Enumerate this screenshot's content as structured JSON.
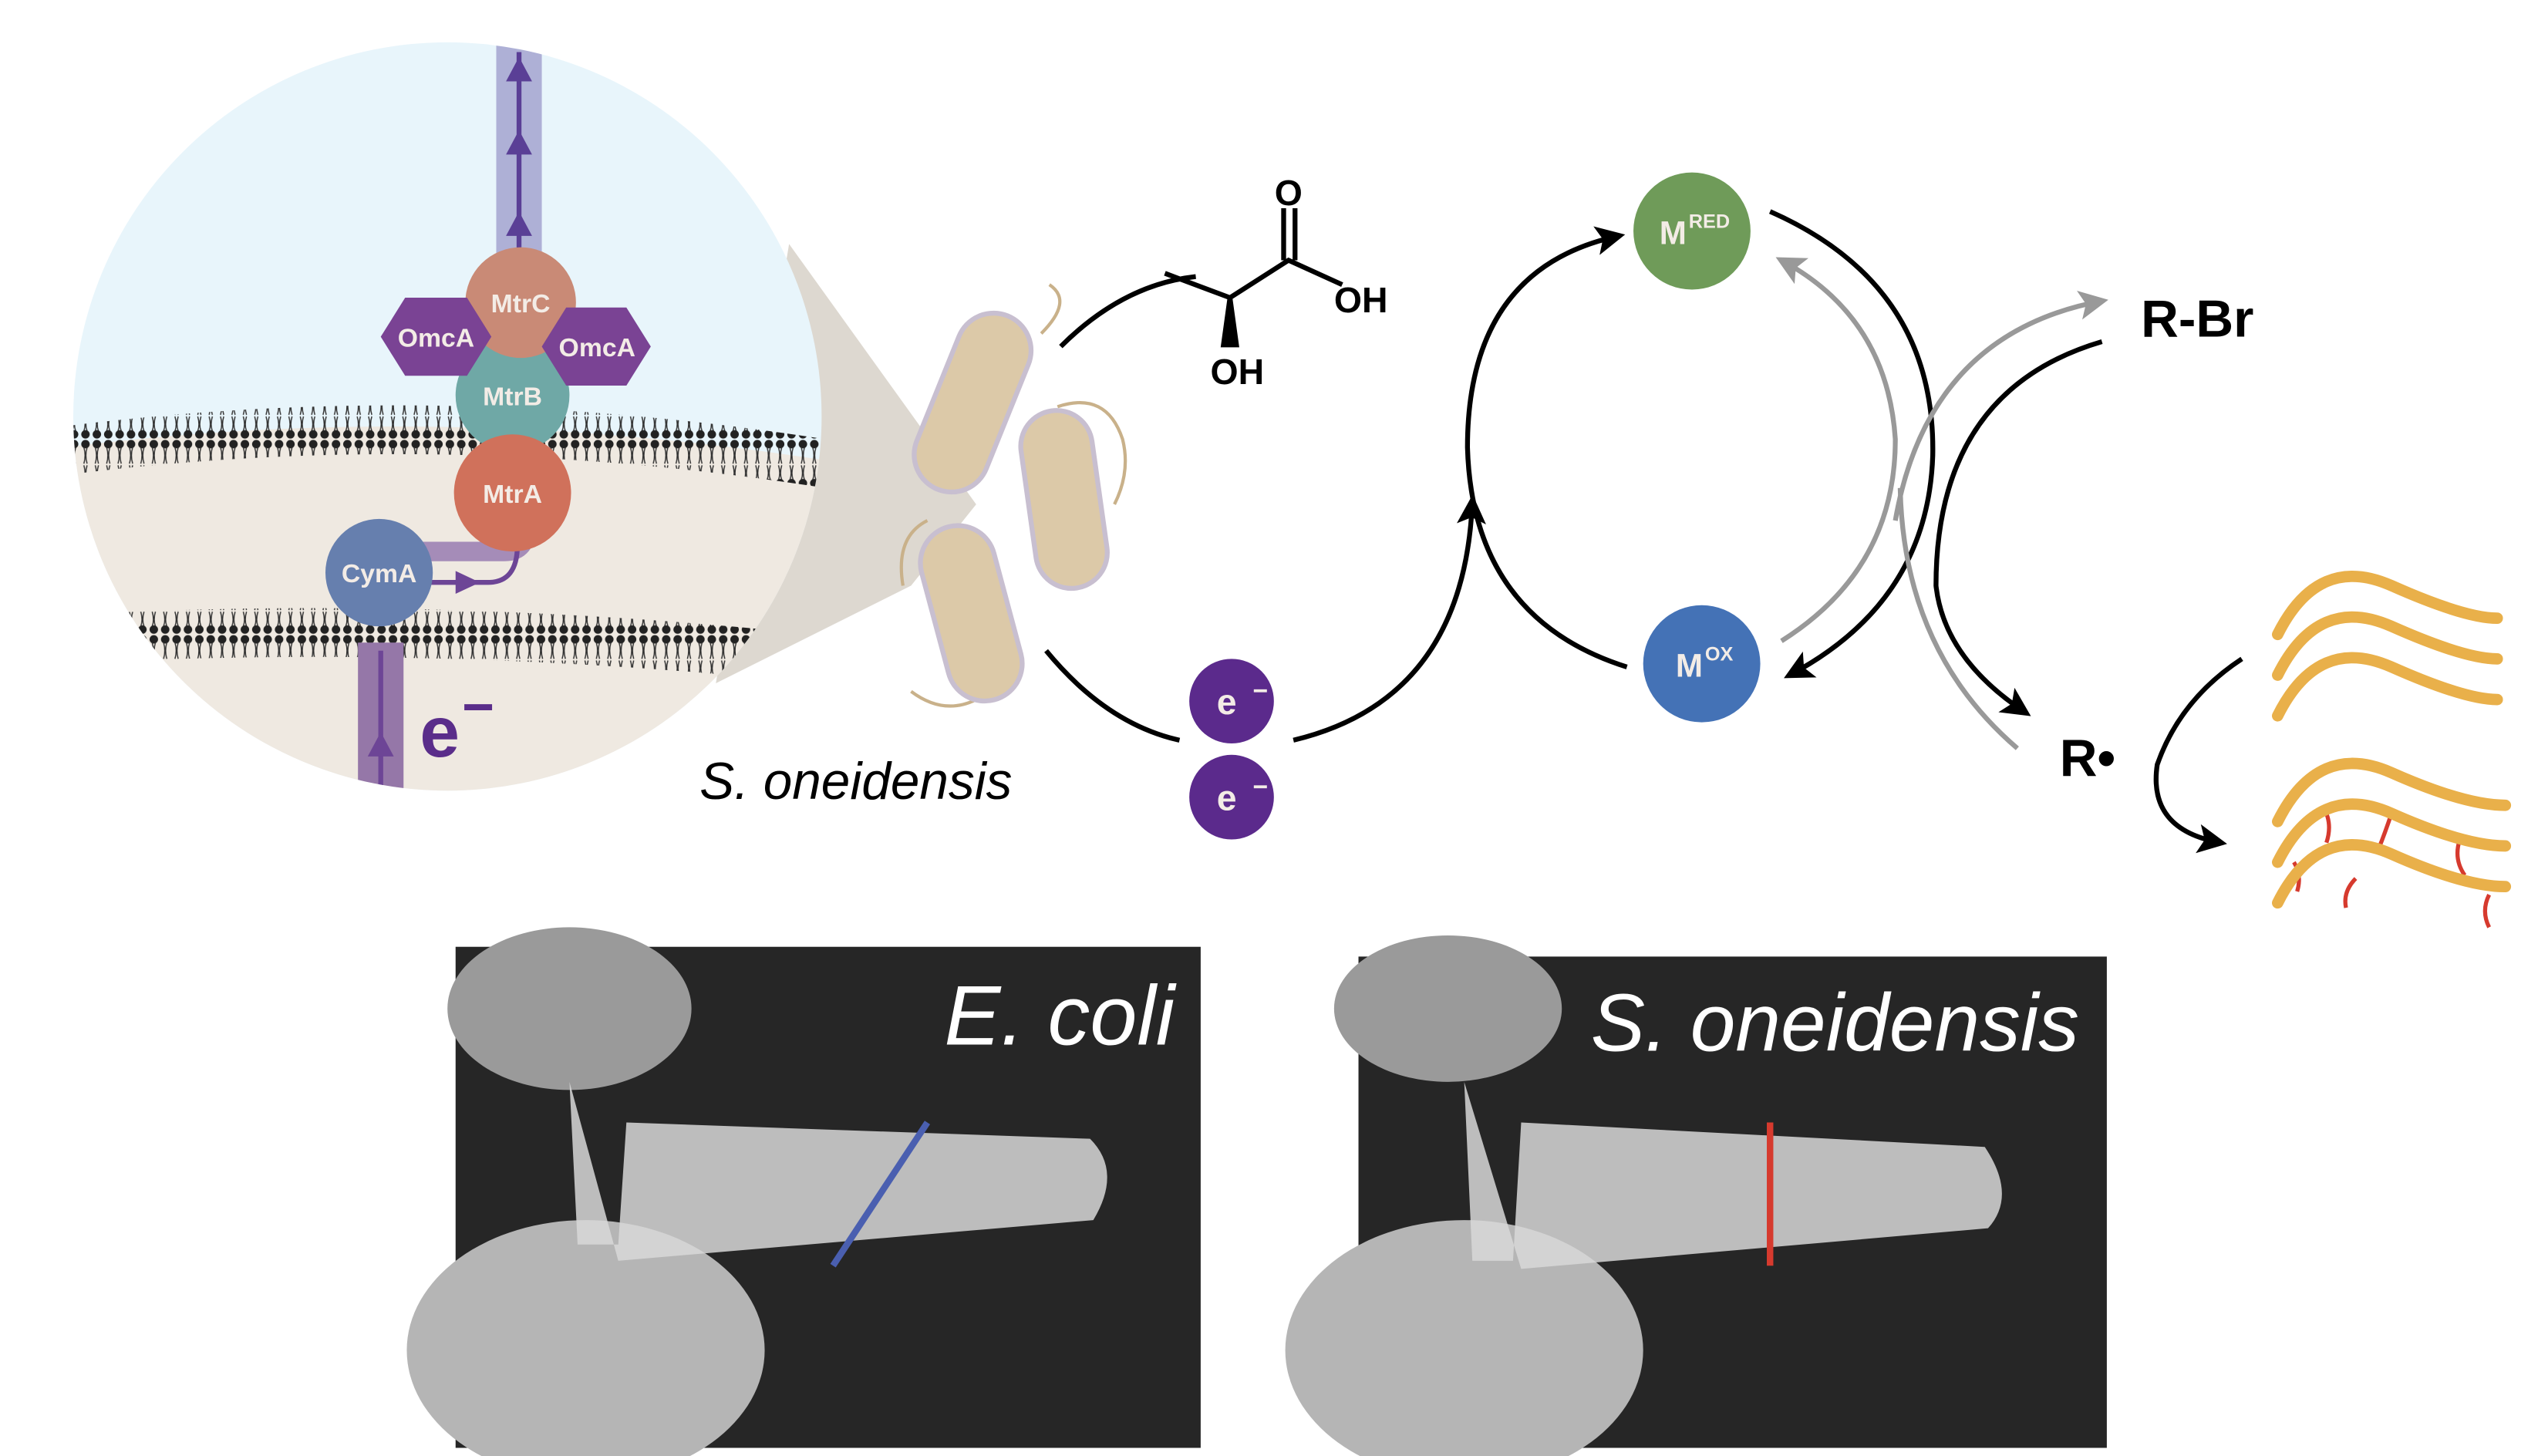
{
  "inset": {
    "proteins": {
      "mtrc": "MtrC",
      "omca_left": "OmcA",
      "omca_right": "OmcA",
      "mtrb": "MtrB",
      "mtra": "MtrA",
      "cyma": "CymA"
    },
    "electron_label": "e",
    "electron_charge": "−"
  },
  "organism_label": "S. oneidensis",
  "lactate": {
    "o_label": "O",
    "oh_label": "OH",
    "oh2_label": "OH"
  },
  "electrons": [
    {
      "label": "e",
      "charge": "−"
    },
    {
      "label": "e",
      "charge": "−"
    }
  ],
  "mediator": {
    "reduced": {
      "base": "M",
      "sup": "RED"
    },
    "oxidized": {
      "base": "M",
      "sup": "OX"
    }
  },
  "substrate_label": "R-Br",
  "radical_label": "R•",
  "photos": [
    {
      "label": "E. coli",
      "line_color": "#4a5fb0"
    },
    {
      "label": "S. oneidensis",
      "line_color": "#d63a2e"
    }
  ],
  "colors": {
    "mtrc": "#c98a76",
    "omca": "#7a4394",
    "mtrb": "#6fa8a6",
    "mtra": "#d0715b",
    "cyma": "#667fae",
    "electron": "#5b2a8c",
    "m_red": "#6f9b59",
    "m_ox": "#4472b6",
    "polymer": "#e9b04a",
    "crosslink": "#d63a2e"
  }
}
